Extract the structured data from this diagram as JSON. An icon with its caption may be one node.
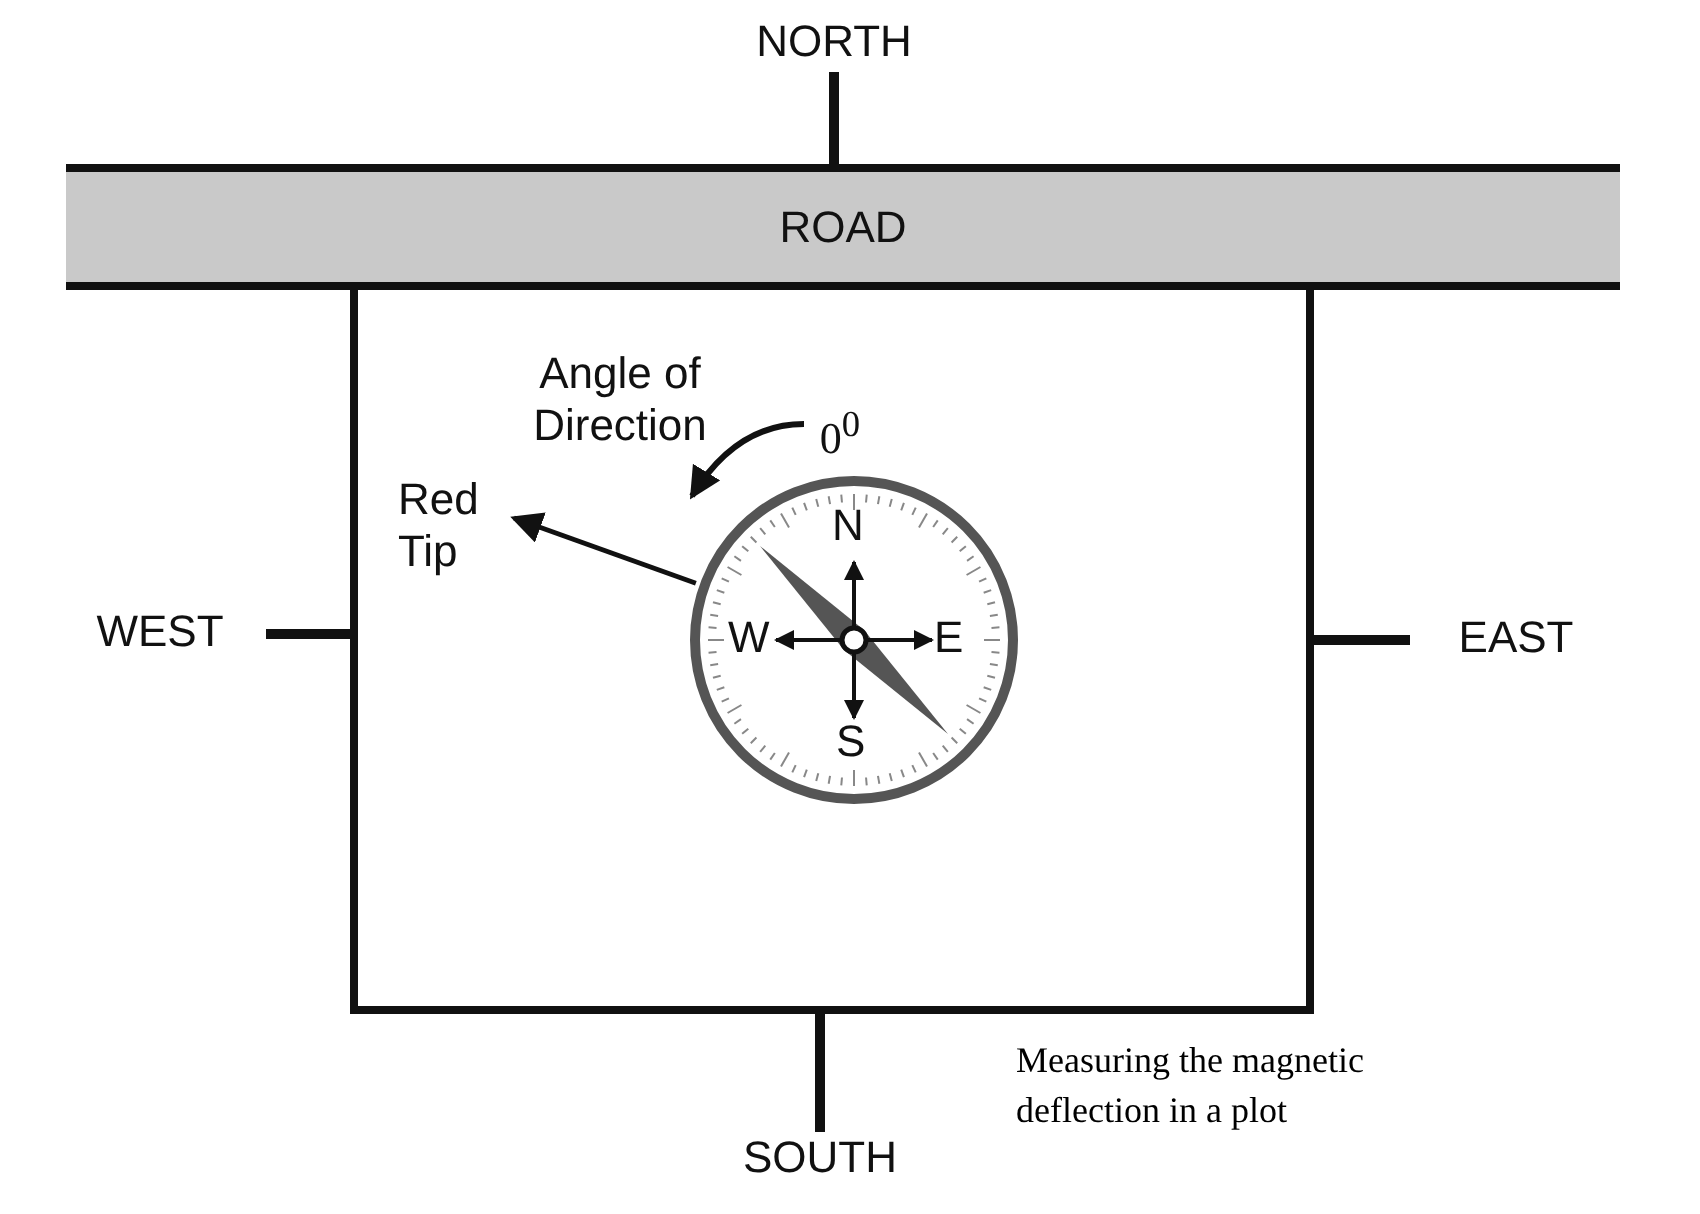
{
  "diagram": {
    "caption": "Measuring the magnetic deflection in a plot",
    "nodes": [
      {
        "text": [
          "NORTH"
        ]
      },
      {
        "text": [
          "ROAD"
        ]
      },
      {
        "text": [],
        "shape": "box"
      },
      {
        "text": [
          "WEST"
        ]
      },
      {
        "text": [
          "EAST"
        ]
      },
      {
        "text": [
          "SOUTH"
        ]
      },
      {
        "text": [
          "N",
          "W",
          "E",
          "S"
        ],
        "in": 2
      },
      {
        "text": [
          "Red Tip"
        ],
        "in": 2
      }
    ],
    "edges": [
      {
        "from": 0,
        "to": 1,
        "arrow": "none"
      },
      {
        "from": 3,
        "to": 2,
        "arrow": "none"
      },
      {
        "from": 4,
        "to": 2,
        "arrow": "none"
      },
      {
        "from": 5,
        "to": 2,
        "arrow": "none"
      },
      {
        "from": 6,
        "to": 7,
        "arrow": "to"
      }
    ],
    "labels": [
      "Angle of Direction",
      "0$^{0}$"
    ]
  }
}
